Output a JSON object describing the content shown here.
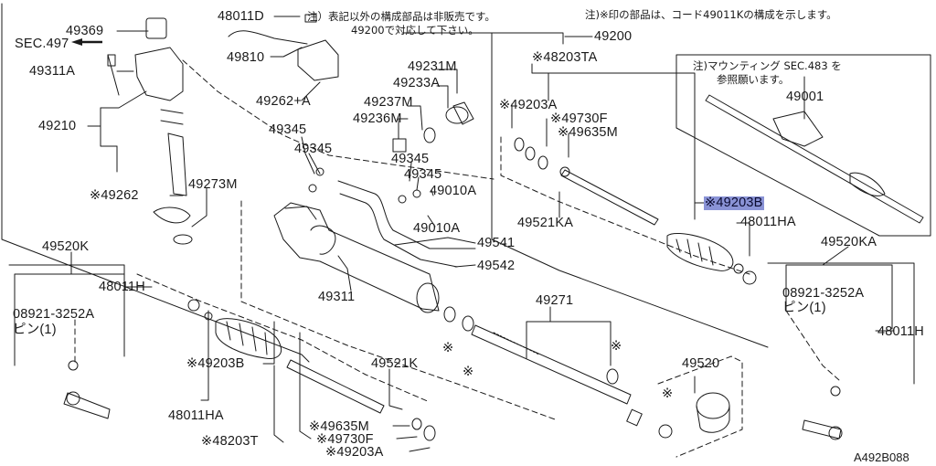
{
  "notes": {
    "top_left_note_line1": "注）表記以外の構成部品は非販売です。",
    "top_left_note_line2": "49200で対応して下さい。",
    "top_right_note": "注)※印の部品は、コード49011Kの構成を示します。",
    "mounting_note_line1": "注)マウンティング SEC.483 を",
    "mounting_note_line2": "参照願います。"
  },
  "labels": {
    "p49369": "49369",
    "sec497": "SEC.497",
    "p49311A": "49311A",
    "p49210": "49210",
    "p49262": "※49262",
    "p49273M": "49273M",
    "p48011D": "48011D",
    "p49810": "49810",
    "p49262A": "49262+A",
    "p49231M": "49231M",
    "p49233A": "49233A",
    "p49237M": "49237M",
    "p49236M": "49236M",
    "p49345a": "49345",
    "p49345b": "49345",
    "p49345c": "49345",
    "p49345d": "49345",
    "p49010Aa": "49010A",
    "p49010Ab": "49010A",
    "p49541": "49541",
    "p49542": "49542",
    "p49311": "49311",
    "p49200": "49200",
    "p48203TA": "※48203TA",
    "p49203Aupper": "※49203A",
    "p49730Fupper": "※49730F",
    "p49635Mupper": "※49635M",
    "p49521KA": "49521KA",
    "p49203Bhl": "※49203B",
    "p48011HAright": "48011HA",
    "p49001": "49001",
    "p49520KA": "49520KA",
    "p08921right": "08921-3252A",
    "pin_right": "ピン(1)",
    "p48011Hright": "48011H",
    "p49520K": "49520K",
    "p48011Hleft": "48011H",
    "p08921left": "08921-3252A",
    "pin_left": "ピン(1)",
    "p49203Bleft": "※49203B",
    "p48011HAleft": "48011HA",
    "p48203T": "※48203T",
    "p49521K": "49521K",
    "p49635Mlower": "※49635M",
    "p49730Flower": "※49730F",
    "p49203Alower": "※49203A",
    "p49271": "49271",
    "p49520": "49520",
    "ast1": "※",
    "ast2": "※",
    "ast3": "※",
    "ast4": "※"
  },
  "diagram_code": "A492B088",
  "colors": {
    "line": "#1a1a1a",
    "highlight": "#8a93d6",
    "background": "#ffffff"
  }
}
